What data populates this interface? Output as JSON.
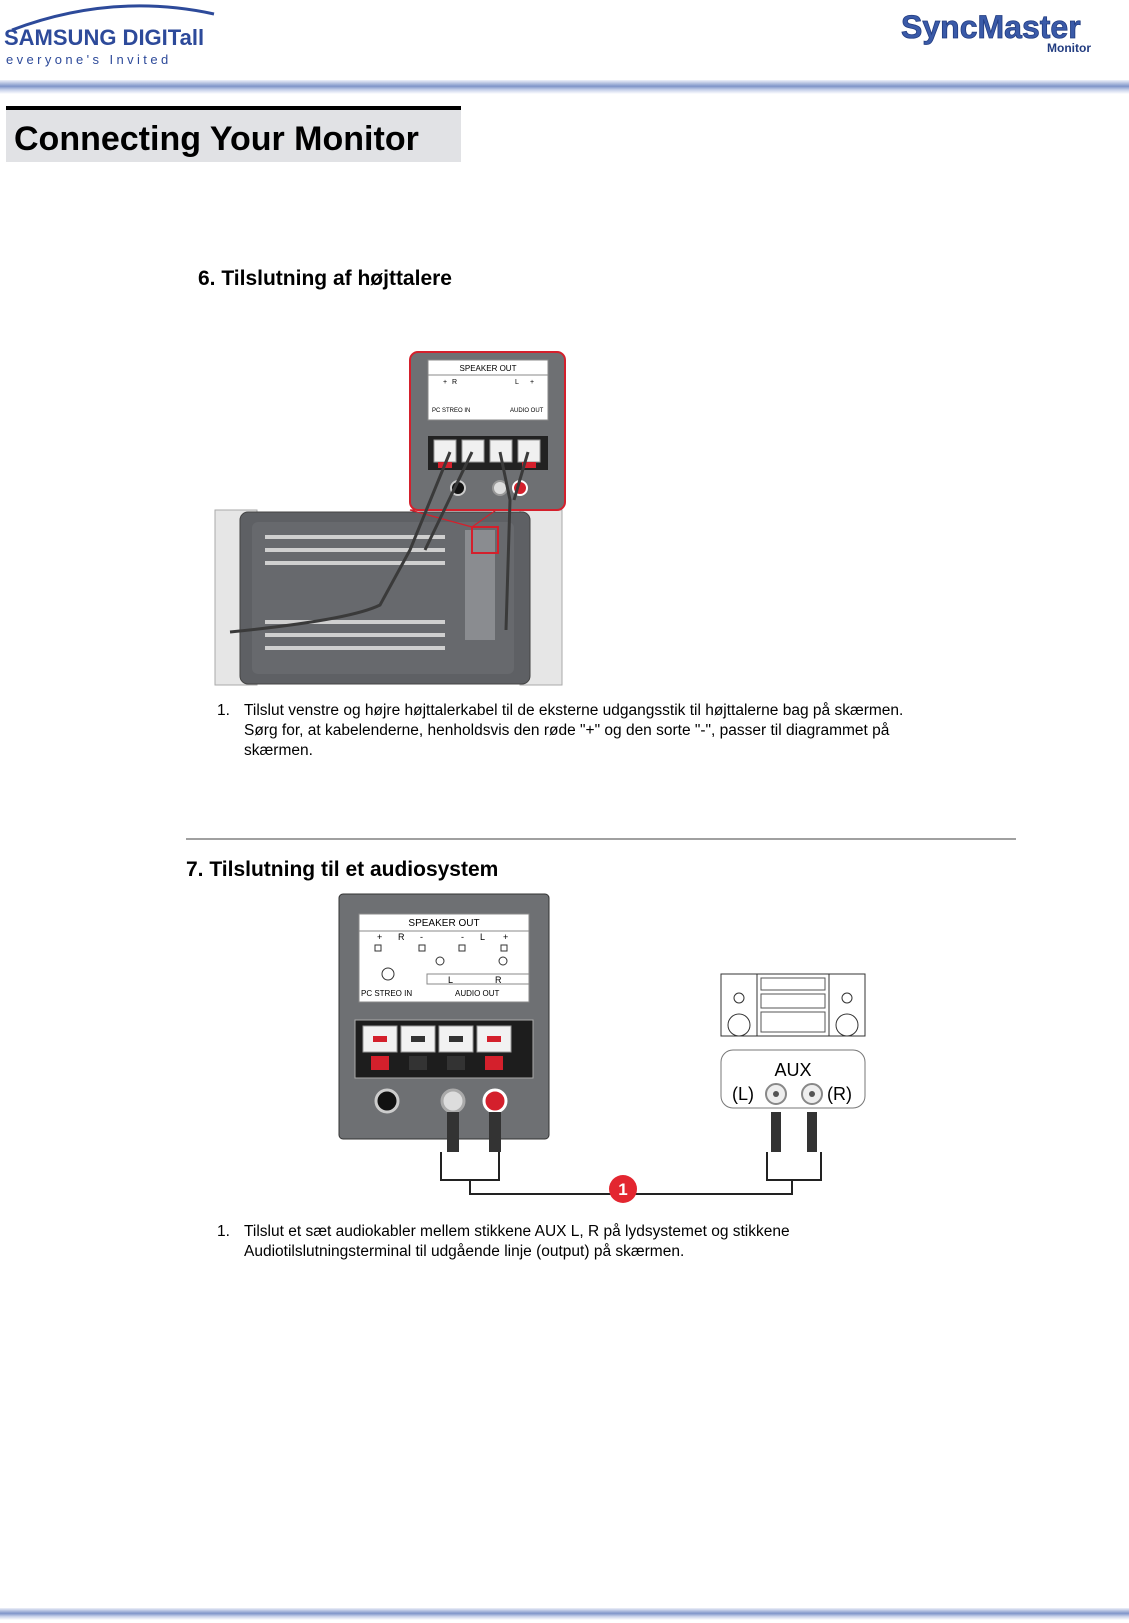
{
  "header": {
    "brand_left": "SAMSUNG DIGITall",
    "brand_left_tagline": "everyone's Invited",
    "brand_right": "SyncMaster",
    "brand_right_sub": "Monitor"
  },
  "page_title": "Connecting Your Monitor",
  "sections": [
    {
      "heading": "6. Tilslutning af højttalere",
      "diagram_labels": {
        "speaker_out": "SPEAKER OUT",
        "plus": "+",
        "minus": "-",
        "r": "R",
        "l": "L",
        "pc_stereo_in": "PC STREO IN",
        "audio_out": "AUDIO OUT"
      },
      "steps": [
        {
          "number": "1.",
          "lines": [
            "Tilslut venstre og højre højttalerkabel til de eksterne udgangsstik til højttalerne bag på skærmen.",
            "Sørg for, at kabelenderne, henholdsvis den røde \"+\" og den sorte \"-\", passer til diagrammet på",
            "skærmen."
          ]
        }
      ]
    },
    {
      "heading": "7. Tilslutning til et audiosystem",
      "diagram_labels": {
        "speaker_out": "SPEAKER OUT",
        "plus": "+",
        "minus": "-",
        "r": "R",
        "l": "L",
        "pc_stereo_in": "PC STREO IN",
        "audio_out": "AUDIO OUT",
        "aux": "AUX",
        "aux_left": "(L)",
        "aux_right": "(R)",
        "callout": "1"
      },
      "steps": [
        {
          "number": "1.",
          "lines": [
            "Tilslut et sæt audiokabler mellem stikkene AUX L, R på lydsystemet og stikkene",
            "Audiotilslutningsterminal til udgående linje (output) på skærmen."
          ]
        }
      ]
    }
  ],
  "colors": {
    "header_band": "#7f95c9",
    "header_band_light": "#c7d1ea",
    "title_bg": "#e1e2e5",
    "panel": "#6e7073",
    "highlight_red": "#d4202c",
    "brand_blue": "#2d4a9a"
  }
}
